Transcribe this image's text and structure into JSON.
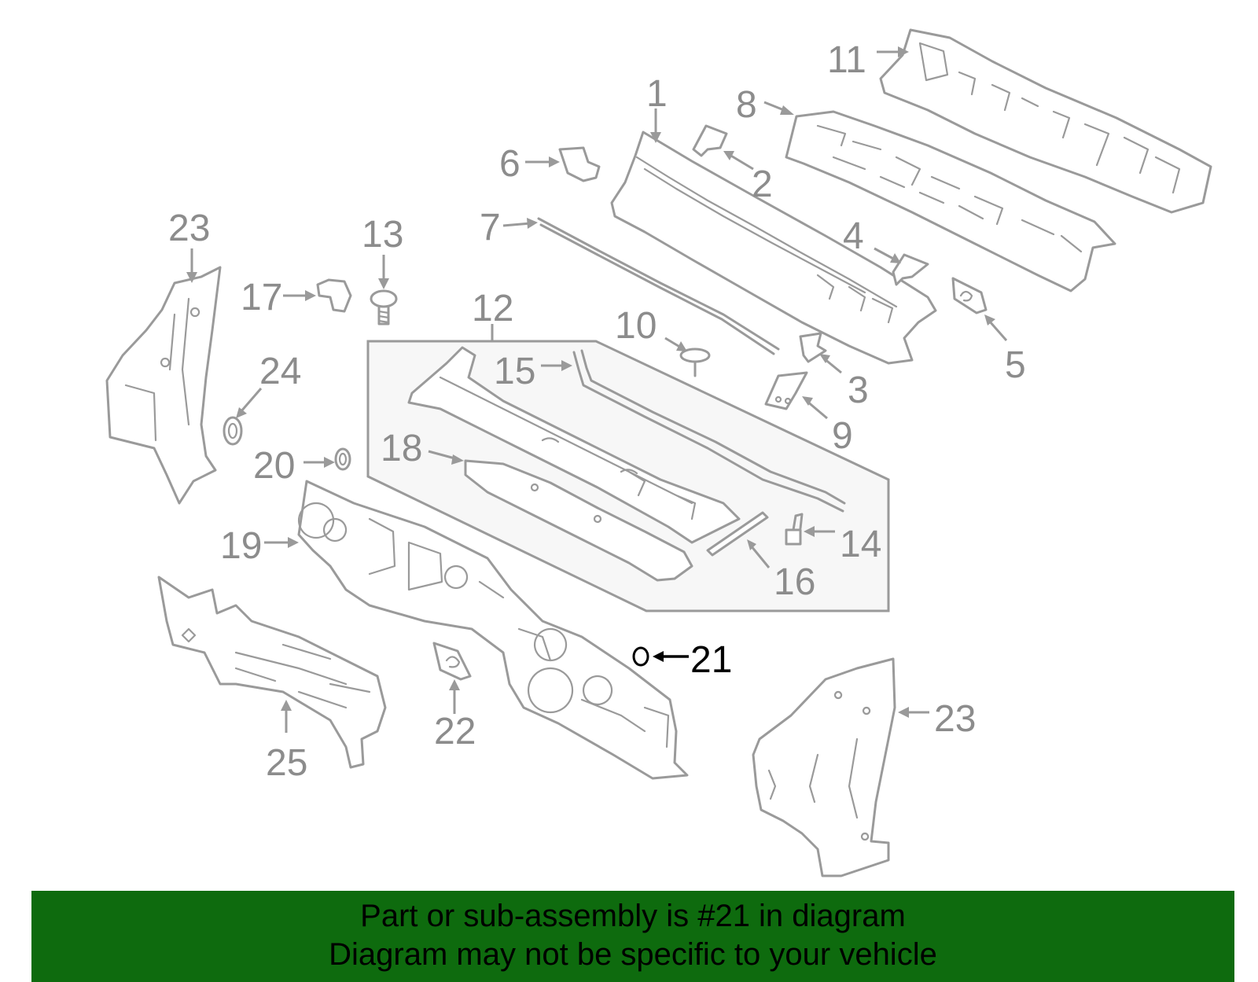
{
  "callouts": {
    "c1": "1",
    "c2": "2",
    "c3": "3",
    "c4": "4",
    "c5": "5",
    "c6": "6",
    "c7": "7",
    "c8": "8",
    "c9": "9",
    "c10": "10",
    "c11": "11",
    "c12": "12",
    "c13": "13",
    "c14": "14",
    "c15": "15",
    "c16": "16",
    "c17": "17",
    "c18": "18",
    "c19": "19",
    "c20": "20",
    "c21": "21",
    "c22": "22",
    "c23a": "23",
    "c23b": "23",
    "c24": "24",
    "c25": "25"
  },
  "highlighted_part": "21",
  "colors": {
    "banner_bg": "#0e6b0e",
    "part_stroke": "#9a9a9a",
    "highlight": "#000000"
  },
  "banner": {
    "line1": "Part or sub-assembly is #21 in diagram",
    "line2": "Diagram may not be specific to your vehicle"
  }
}
